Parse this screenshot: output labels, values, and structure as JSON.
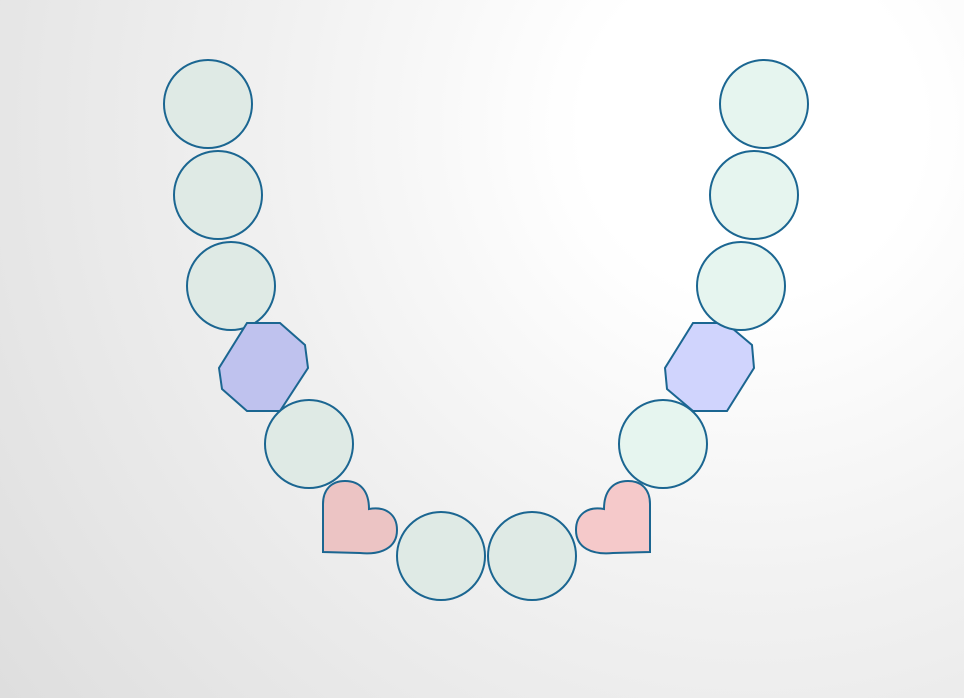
{
  "colors": {
    "background_light": "#ffffff",
    "background_dark": "#dedede",
    "outline": "#1b6691",
    "circle_left": "#dfeae5",
    "circle_right": "#e6f5ef",
    "octagon_left": "#bfc2ee",
    "octagon_right": "#d0d4fd",
    "heart_left": "#ecc4c4",
    "heart_right": "#f5c9ca"
  },
  "shapes": [
    {
      "id": "circle-left-1",
      "type": "circle",
      "fill_key": "circle_left"
    },
    {
      "id": "circle-left-2",
      "type": "circle",
      "fill_key": "circle_left"
    },
    {
      "id": "circle-left-3",
      "type": "circle",
      "fill_key": "circle_left"
    },
    {
      "id": "octagon-left",
      "type": "octagon",
      "fill_key": "octagon_left"
    },
    {
      "id": "circle-left-4",
      "type": "circle",
      "fill_key": "circle_left"
    },
    {
      "id": "heart-left",
      "type": "heart",
      "fill_key": "heart_left"
    },
    {
      "id": "circle-bottom-left",
      "type": "circle",
      "fill_key": "circle_left"
    },
    {
      "id": "circle-bottom-right",
      "type": "circle",
      "fill_key": "circle_left"
    },
    {
      "id": "heart-right",
      "type": "heart",
      "fill_key": "heart_right"
    },
    {
      "id": "circle-right-4",
      "type": "circle",
      "fill_key": "circle_right"
    },
    {
      "id": "octagon-right",
      "type": "octagon",
      "fill_key": "octagon_right"
    },
    {
      "id": "circle-right-3",
      "type": "circle",
      "fill_key": "circle_right"
    },
    {
      "id": "circle-right-2",
      "type": "circle",
      "fill_key": "circle_right"
    },
    {
      "id": "circle-right-1",
      "type": "circle",
      "fill_key": "circle_right"
    }
  ]
}
